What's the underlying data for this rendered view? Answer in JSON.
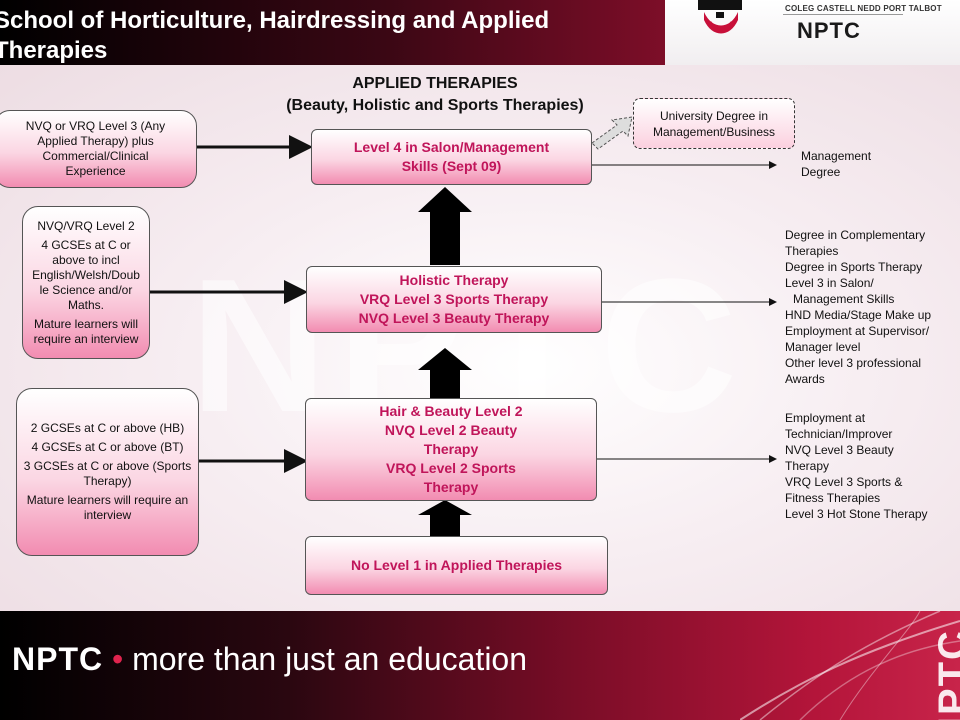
{
  "header": {
    "title": "School of Horticulture, Hairdressing and Applied Therapies",
    "logo_college": "COLEG CASTELL NEDD PORT TALBOT",
    "logo_brand": "NPTC"
  },
  "diagram": {
    "title_line1": "APPLIED THERAPIES",
    "title_line2": "(Beauty, Holistic and Sports Therapies)",
    "watermark": "NPTC",
    "levels": {
      "level4": [
        "Level 4 in Salon/Management",
        "Skills (Sept 09)"
      ],
      "level3": [
        "Holistic Therapy",
        "VRQ Level 3 Sports Therapy",
        "NVQ Level 3 Beauty Therapy"
      ],
      "level2": [
        "Hair & Beauty Level 2",
        "NVQ Level 2 Beauty",
        "Therapy",
        "VRQ Level 2 Sports",
        "Therapy"
      ],
      "level1": "No Level 1 in Applied Therapies"
    },
    "entry_requirements": {
      "level4": [
        "NVQ or VRQ Level 3 (Any",
        "Applied Therapy) plus",
        "Commercial/Clinical",
        "Experience"
      ],
      "level3": [
        "NVQ/VRQ Level 2",
        "4 GCSEs at C or above to incl English/Welsh/Doub le Science and/or Maths.",
        "Mature learners will require an interview"
      ],
      "level2": [
        "2 GCSEs at C or above (HB)",
        "4 GCSEs at C or above (BT)",
        "3 GCSEs at C or above (Sports Therapy)",
        "Mature learners will require an interview"
      ]
    },
    "university_box": [
      "University Degree in",
      "Management/Business"
    ],
    "outcomes": {
      "level4": [
        "Management",
        "Degree"
      ],
      "level3": [
        "Degree in Complementary",
        "Therapies",
        "Degree in Sports Therapy",
        "Level 3 in Salon/",
        "Management Skills",
        "HND Media/Stage Make up",
        "Employment at Supervisor/",
        "Manager level",
        "Other level 3 professional",
        "Awards"
      ],
      "level2": [
        "Employment at",
        "Technician/Improver",
        "NVQ Level 3 Beauty",
        "Therapy",
        "VRQ Level 3 Sports &",
        "Fitness Therapies",
        "Level 3 Hot Stone Therapy"
      ]
    }
  },
  "footer": {
    "brand": "NPTC",
    "bullet": "•",
    "tagline": "more than just an education",
    "vertical_brand": "NPTC"
  },
  "colors": {
    "accent": "#c0155a",
    "box_fill": "#f28cb1",
    "header_red": "#b01a38"
  }
}
